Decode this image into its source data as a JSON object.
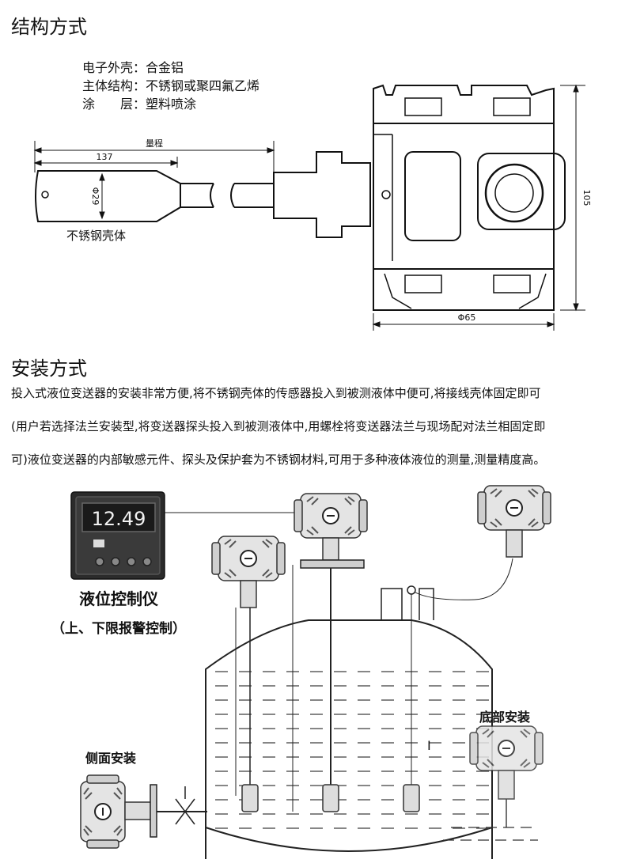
{
  "structure": {
    "title": "结构方式",
    "specs": [
      {
        "label": "电子外壳：",
        "value": "合金铝"
      },
      {
        "label": "主体结构：",
        "value": "不锈钢或聚四氟乙烯"
      },
      {
        "label": "涂　　层：",
        "value": "塑料喷涂"
      }
    ],
    "dims": {
      "range_label": "量程",
      "length_label": "137",
      "probe_diameter": "Φ29",
      "probe_caption": "不锈钢壳体",
      "height_label": "105",
      "width_label": "Φ65"
    }
  },
  "installation": {
    "title": "安装方式",
    "paragraph_lines": [
      "投入式液位变送器的安装非常方便,将不锈钢壳体的传感器投入到被测液体中便可,将接线壳体固定即可",
      "(用户若选择法兰安装型,将变送器探头投入到被测液体中,用螺栓将变送器法兰与现场配对法兰相固定即",
      "可)液位变送器的内部敏感元件、探头及保护套为不锈钢材料,可用于多种液体液位的测量,测量精度高。"
    ],
    "figure": {
      "controller_display": "12.49",
      "controller_label": "液位控制仪",
      "controller_sublabel": "（上、下限报警控制）",
      "side_label": "侧面安装",
      "bottom_label": "底部安装",
      "level_mark": "I"
    }
  }
}
